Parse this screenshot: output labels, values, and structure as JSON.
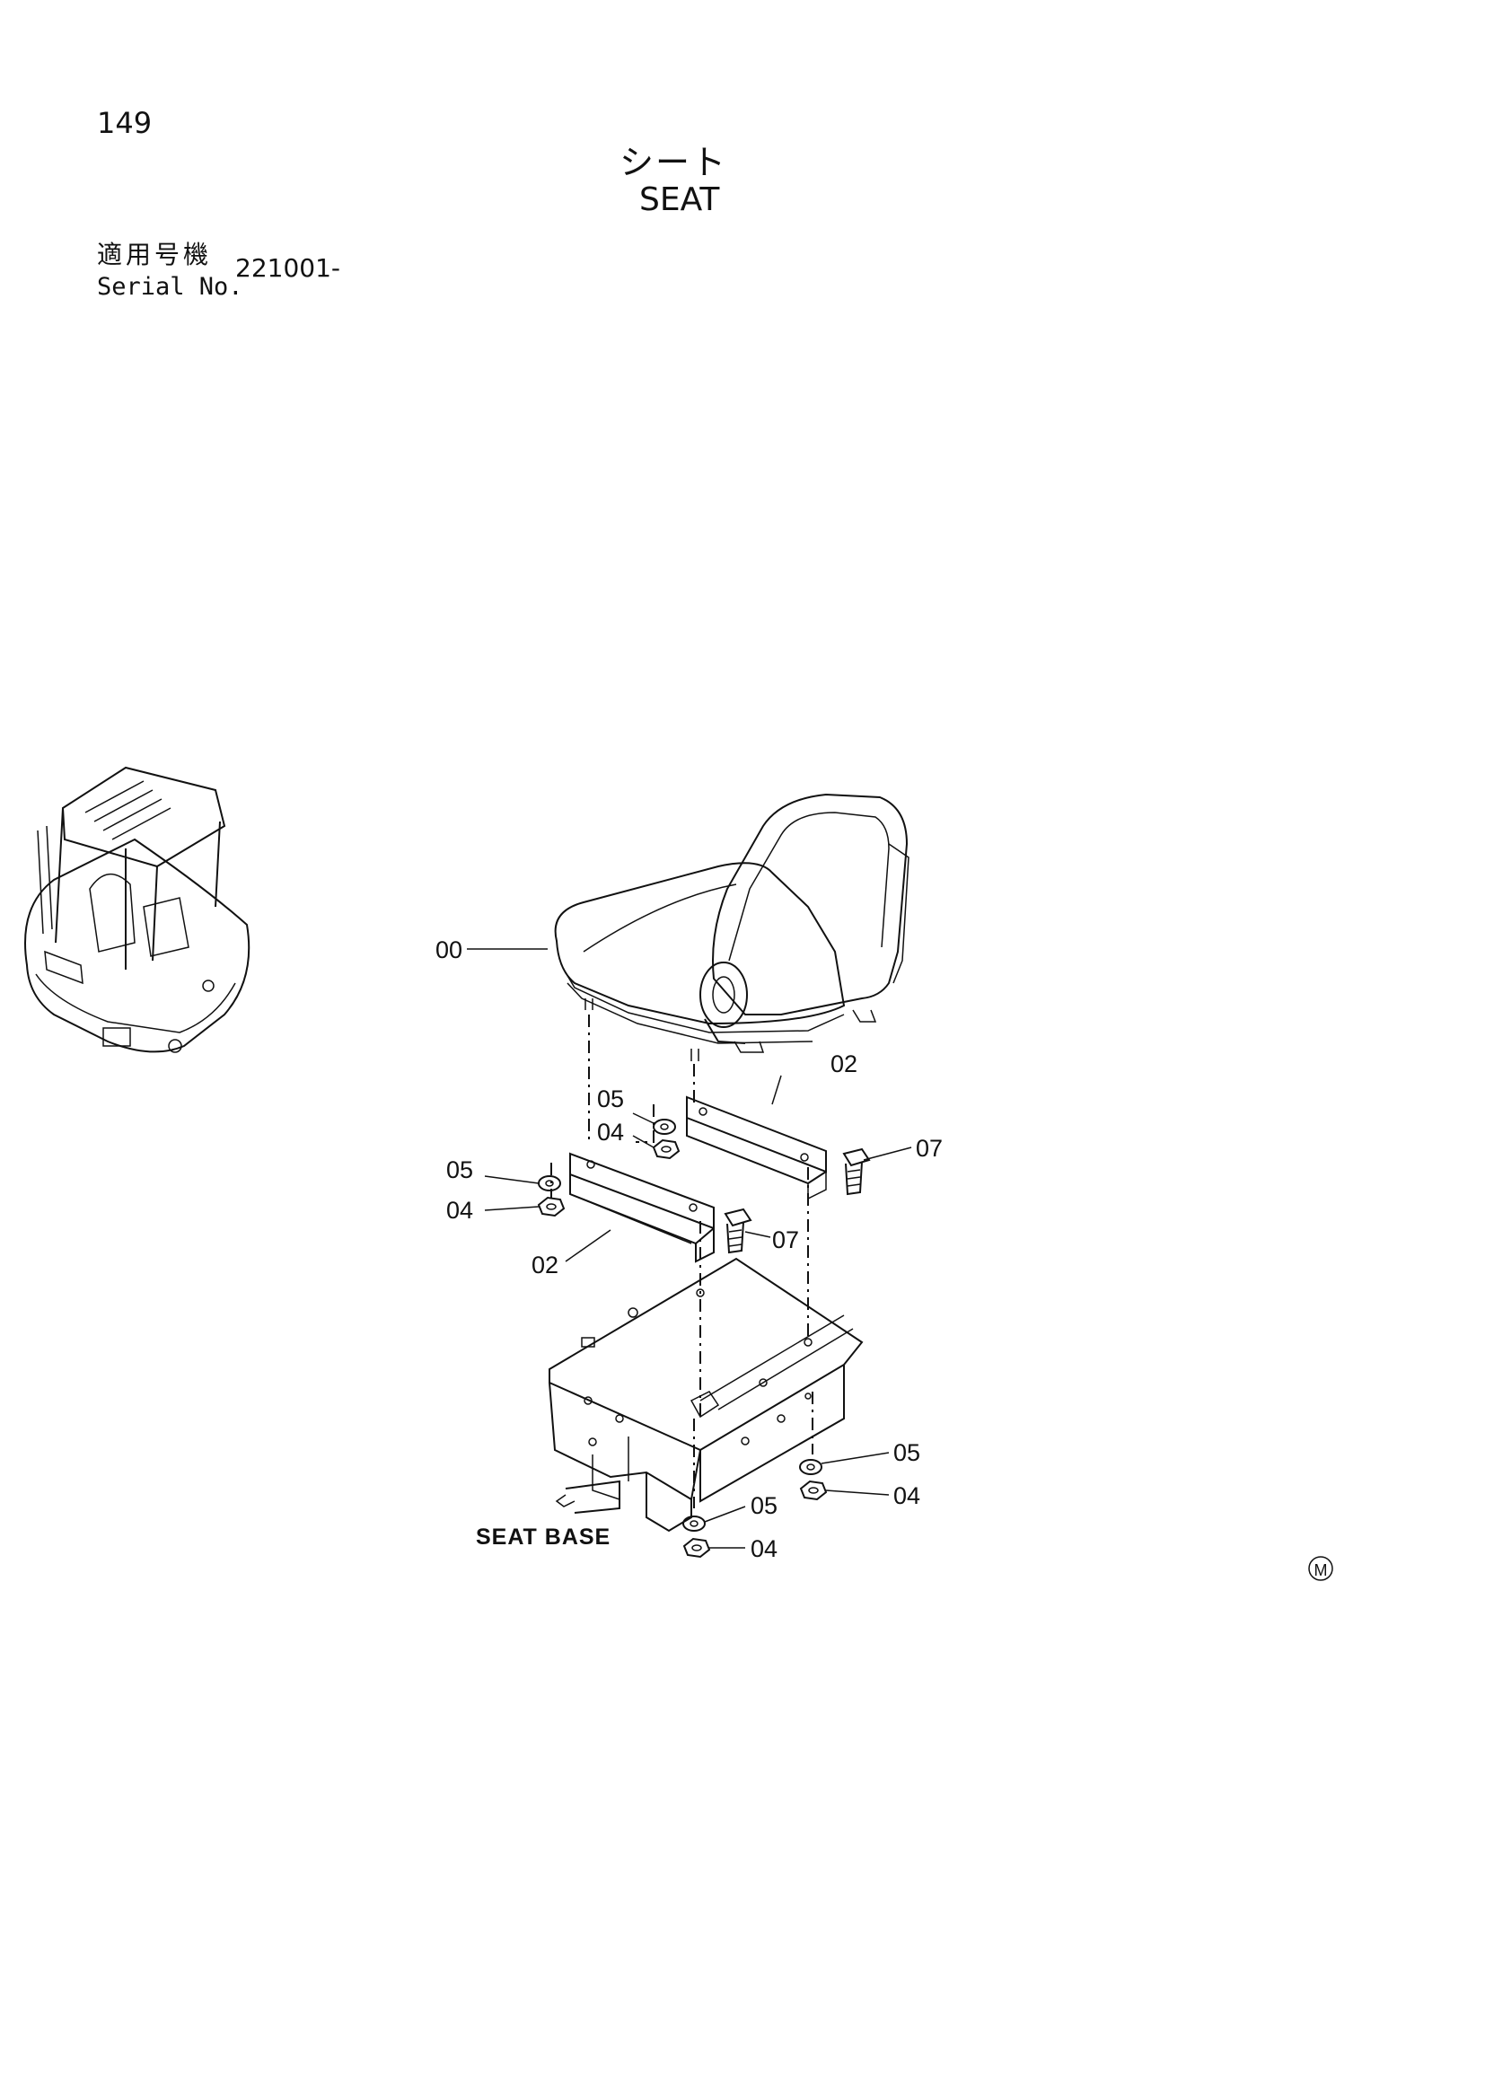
{
  "header": {
    "page_number": "149",
    "title_jp": "シート",
    "title_en": "SEAT",
    "serial_label_jp": "適用号機",
    "serial_label_en": "Serial No.",
    "serial_value": "221001-"
  },
  "diagram": {
    "callouts": {
      "seat": "00",
      "bracket_upper": "02",
      "bracket_lower": "02",
      "bolt_upper": "07",
      "bolt_lower": "07",
      "washer_upper": "05",
      "nut_upper": "04",
      "washer_left": "05",
      "nut_left": "04",
      "washer_right": "05",
      "nut_right": "04",
      "washer_bottom": "05",
      "nut_bottom": "04"
    },
    "seat_base_label": "SEAT BASE",
    "mark": "M"
  }
}
